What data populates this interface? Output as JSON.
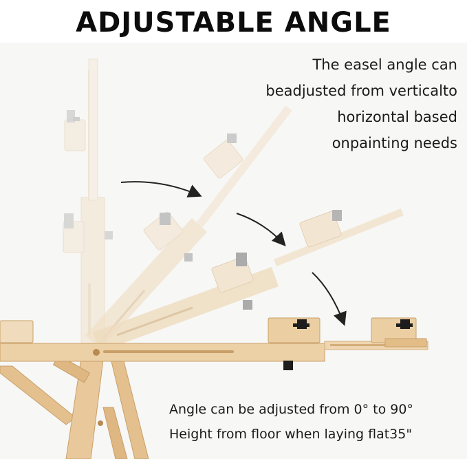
{
  "header": {
    "title": "ADJUSTABLE ANGLE"
  },
  "description": {
    "lines": [
      "The easel angle can",
      "beadjusted from verticalto",
      "horizontal based",
      "onpainting needs"
    ]
  },
  "specs": {
    "angle_line": "Angle can be adjusted from 0° to 90°",
    "height_line": "Height from floor when laying flat35\""
  },
  "colors": {
    "wood_solid": "#e9c89b",
    "wood_dark": "#c99f68",
    "wood_faded": "#f3e6d2",
    "knob_gray": "#9a9a9a",
    "knob_black": "#1d1d1d",
    "arrow": "#222222"
  }
}
